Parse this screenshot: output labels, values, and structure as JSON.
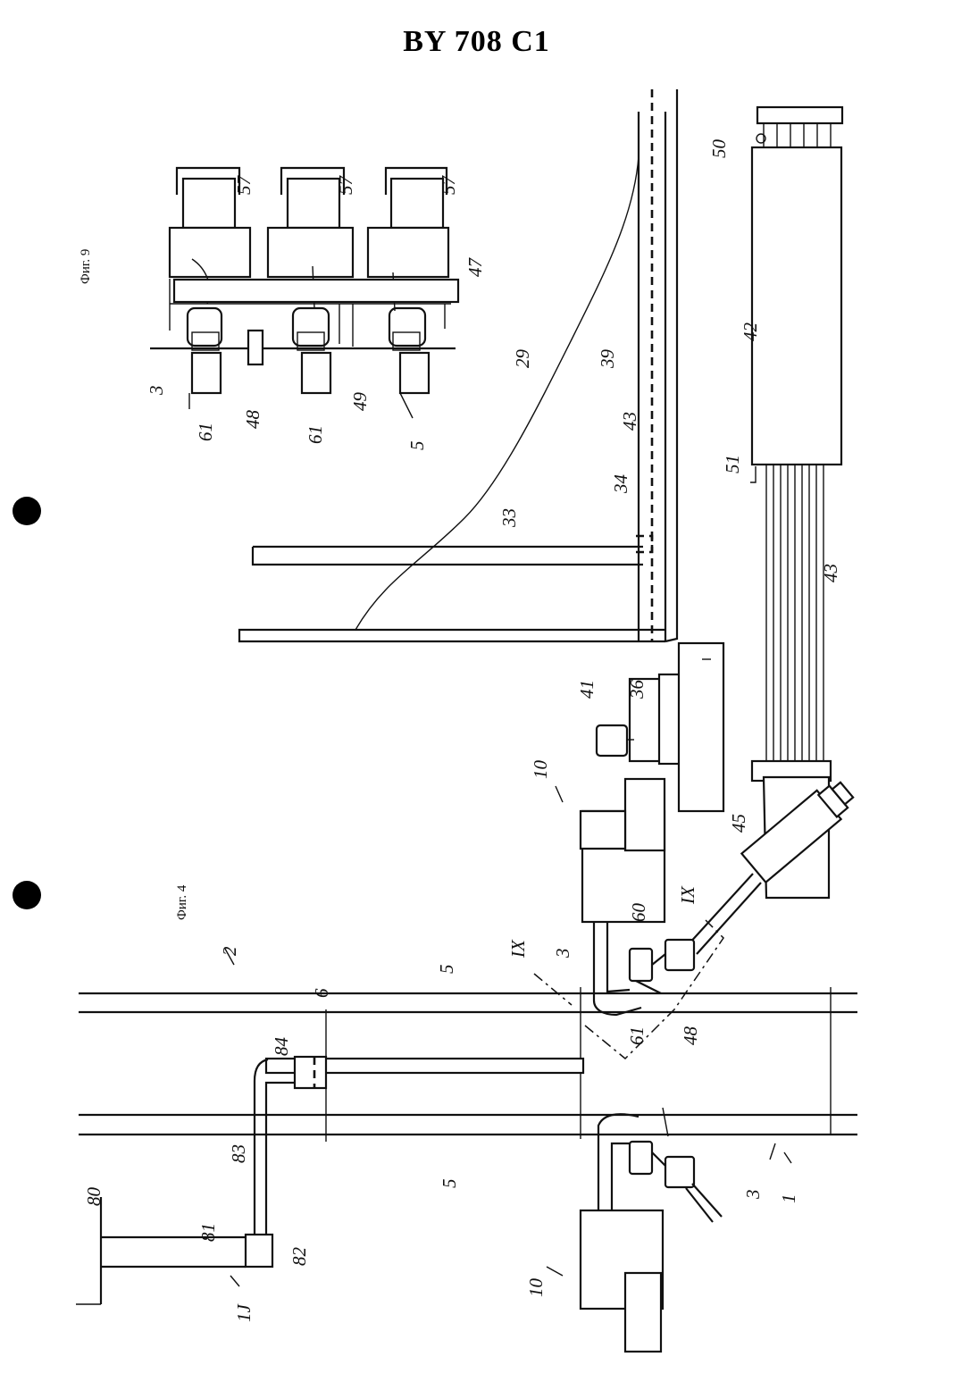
{
  "header": {
    "title": "BY 708 C1"
  },
  "figures": {
    "fig9": "Фиг. 9",
    "fig4": "Фиг. 4"
  },
  "labels": {
    "l57a": "57",
    "l57b": "57",
    "l57c": "57",
    "l47": "47",
    "l3a": "3",
    "l61a": "61",
    "l48a": "48",
    "l61b": "61",
    "l49": "49",
    "l5a": "5",
    "l50": "50",
    "l42": "42",
    "l29": "29",
    "l39": "39",
    "l43a": "43",
    "l34": "34",
    "l33": "33",
    "l51": "51",
    "l43b": "43",
    "l41": "41",
    "l36": "36",
    "l10a": "10",
    "l45": "45",
    "l2": "2",
    "l6": "6",
    "l5b": "5",
    "l1Xa": "IX",
    "l60": "60",
    "l1Xb": "IX",
    "l3b": "3",
    "l61c": "61",
    "l48b": "48",
    "l84": "84",
    "l5c": "5",
    "l3c": "3",
    "l1": "1",
    "l80": "80",
    "l81": "81",
    "l83": "83",
    "l82": "82",
    "l10b": "10",
    "l1j": "1J"
  }
}
